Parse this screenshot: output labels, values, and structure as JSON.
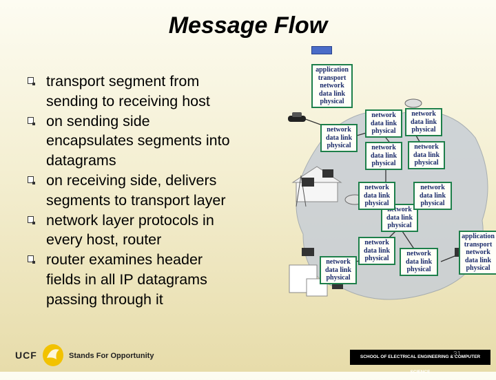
{
  "title": "Message Flow",
  "bullets": [
    "transport segment from sending to receiving host",
    "on sending side encapsulates segments into datagrams",
    "on receiving side, delivers segments to transport layer",
    "network layer protocols in every host, router",
    "router examines header fields in all IP datagrams passing through it"
  ],
  "layers": {
    "application": "application",
    "transport": "transport",
    "network": "network",
    "data_link": "data link",
    "physical": "physical"
  },
  "footer": {
    "logo_text": "UCF",
    "slogan": "Stands For Opportunity",
    "school": "SCHOOL OF ELECTRICAL ENGINEERING & COMPUTER SCIENCE",
    "page": "31"
  },
  "colors": {
    "stack_border": "#1d7f4a",
    "stack_text": "#1a2a6b",
    "network_cloud": "#c8ced6"
  }
}
